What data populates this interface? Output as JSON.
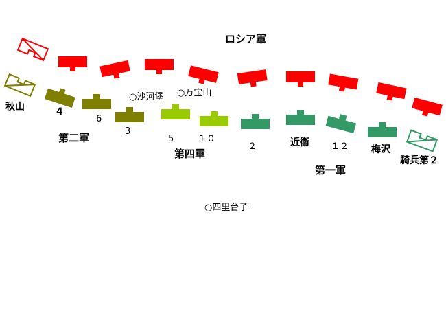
{
  "colors": {
    "russian": "#ff0000",
    "second_army": "#808000",
    "fourth_army": "#99cc00",
    "first_army": "#339966",
    "text": "#000000"
  },
  "labels": {
    "russian_army": "ロシア軍",
    "second_army": "第二軍",
    "fourth_army": "第四軍",
    "first_army": "第一軍",
    "akiyama": "秋山",
    "div_4": "4",
    "div_6": "6",
    "div_3": "3",
    "div_5": "5",
    "div_10": "１０",
    "div_2": "２",
    "konoe": "近衛",
    "div_12": "１２",
    "umezawa": "梅沢",
    "cavalry_2": "騎兵第２"
  },
  "places": {
    "shahepu": "○沙河堡",
    "wanbaoshan": "○万宝山",
    "shilitaizi": "○四里台子"
  }
}
